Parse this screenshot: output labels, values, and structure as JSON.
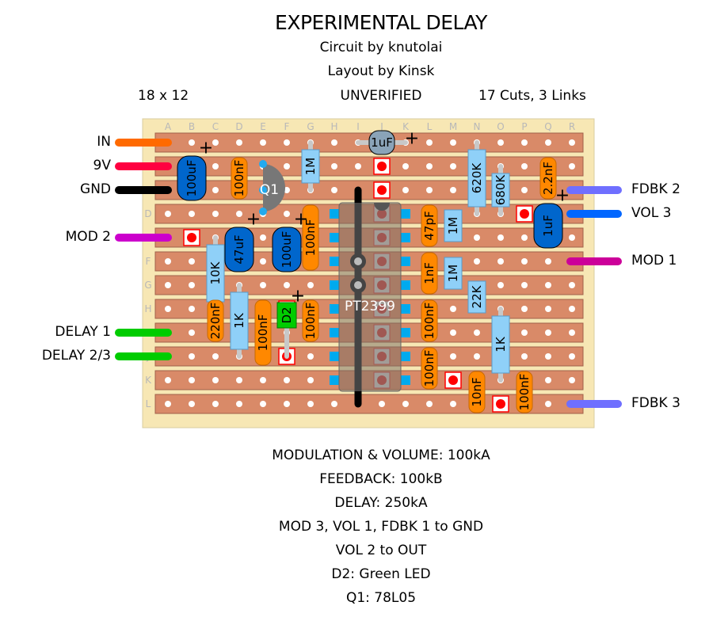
{
  "header": {
    "title": "EXPERIMENTAL DELAY",
    "circuit_by": "Circuit by knutolai",
    "layout_by": "Layout by Kinsk",
    "board_size": "18 x 12",
    "status": "UNVERIFIED",
    "cuts_links": "17 Cuts, 3 Links"
  },
  "board": {
    "columns": [
      "A",
      "B",
      "C",
      "D",
      "E",
      "F",
      "G",
      "H",
      "I",
      "J",
      "K",
      "L",
      "M",
      "N",
      "O",
      "P",
      "Q",
      "R"
    ],
    "rows": [
      "A",
      "B",
      "C",
      "D",
      "E",
      "F",
      "G",
      "H",
      "I",
      "J",
      "K",
      "L"
    ],
    "colors": {
      "base": "#f7e7b4",
      "strip": "#d98a68",
      "strip_border": "#a0604a",
      "hole": "#ffffff",
      "cut": "#ff0000",
      "link": "#000000",
      "wire_lead": "#c8c8c8"
    }
  },
  "wires": {
    "left": [
      {
        "label": "IN",
        "row": "A",
        "color": "#ff6a00"
      },
      {
        "label": "9V",
        "row": "B",
        "color": "#ff0040"
      },
      {
        "label": "GND",
        "row": "C",
        "color": "#000000"
      },
      {
        "label": "MOD 2",
        "row": "E",
        "color": "#cc00cc"
      },
      {
        "label": "DELAY 1",
        "row": "I",
        "color": "#00cc00"
      },
      {
        "label": "DELAY 2/3",
        "row": "J",
        "color": "#00cc00"
      }
    ],
    "right": [
      {
        "label": "FDBK 2",
        "row": "C",
        "color": "#6f6fff"
      },
      {
        "label": "VOL 3",
        "row": "D",
        "color": "#0066ff"
      },
      {
        "label": "MOD 1",
        "row": "F",
        "color": "#cc0099"
      },
      {
        "label": "FDBK 3",
        "row": "L",
        "color": "#6f6fff"
      }
    ]
  },
  "cuts": [
    {
      "col": "J",
      "row": "B"
    },
    {
      "col": "J",
      "row": "C"
    },
    {
      "col": "B",
      "row": "E"
    },
    {
      "col": "P",
      "row": "D"
    },
    {
      "col": "F",
      "row": "J"
    },
    {
      "col": "F",
      "row": "H"
    },
    {
      "col": "M",
      "row": "K"
    },
    {
      "col": "O",
      "row": "L"
    }
  ],
  "components": {
    "resistors": [
      {
        "label": "1M",
        "col": "G",
        "from": "A",
        "to": "C"
      },
      {
        "label": "620K",
        "col": "N",
        "from": "A",
        "to": "D"
      },
      {
        "label": "680K",
        "col": "O",
        "from": "B",
        "to": "D"
      },
      {
        "label": "10K",
        "col": "C",
        "from": "E",
        "to": "H"
      },
      {
        "label": "1M",
        "col": "M",
        "from": "D",
        "to": "E"
      },
      {
        "label": "1M",
        "col": "M",
        "from": "F",
        "to": "G"
      },
      {
        "label": "22K",
        "col": "N",
        "from": "G",
        "to": "H"
      },
      {
        "label": "1K",
        "col": "D",
        "from": "G",
        "to": "J"
      },
      {
        "label": "1K",
        "col": "O",
        "from": "H",
        "to": "K"
      }
    ],
    "film_caps": [
      {
        "label": "100nF",
        "col": "D",
        "from": "B",
        "to": "C"
      },
      {
        "label": "2.2nF",
        "col": "Q",
        "from": "B",
        "to": "C"
      },
      {
        "label": "100nF",
        "col": "G",
        "from": "D",
        "to": "F"
      },
      {
        "label": "47pF",
        "col": "L",
        "from": "D",
        "to": "E"
      },
      {
        "label": "1nF",
        "col": "L",
        "from": "F",
        "to": "G"
      },
      {
        "label": "220nF",
        "col": "C",
        "from": "H",
        "to": "I"
      },
      {
        "label": "100nF",
        "col": "E",
        "from": "H",
        "to": "J"
      },
      {
        "label": "100nF",
        "col": "G",
        "from": "H",
        "to": "I"
      },
      {
        "label": "100nF",
        "col": "L",
        "from": "H",
        "to": "I"
      },
      {
        "label": "100nF",
        "col": "L",
        "from": "J",
        "to": "K"
      },
      {
        "label": "10nF",
        "col": "N",
        "from": "K",
        "to": "L"
      },
      {
        "label": "100nF",
        "col": "P",
        "from": "K",
        "to": "L"
      }
    ],
    "electrolytics": [
      {
        "label": "100uF",
        "col": "B",
        "from": "B",
        "to": "C",
        "color": "#0066cc"
      },
      {
        "label": "47uF",
        "col": "D",
        "from": "E",
        "to": "F",
        "color": "#0066cc"
      },
      {
        "label": "100uF",
        "col": "F",
        "from": "E",
        "to": "F",
        "color": "#0066cc"
      },
      {
        "label": "1uF",
        "col": "Q",
        "from": "D",
        "to": "E",
        "color": "#0066cc"
      },
      {
        "label": "1uF",
        "col": "J",
        "from": "A",
        "to": "A",
        "color": "#8aa3b8"
      }
    ],
    "transistor": {
      "label": "Q1",
      "part": "78L05"
    },
    "led": {
      "label": "D2"
    },
    "ic": {
      "label": "PT2399",
      "pins_per_side": 8
    }
  },
  "notes": [
    "MODULATION & VOLUME: 100kA",
    "FEEDBACK: 100kB",
    "DELAY: 250kA",
    "MOD 3, VOL 1, FDBK 1 to GND",
    "VOL 2 to OUT",
    "D2: Green LED",
    "Q1: 78L05"
  ]
}
